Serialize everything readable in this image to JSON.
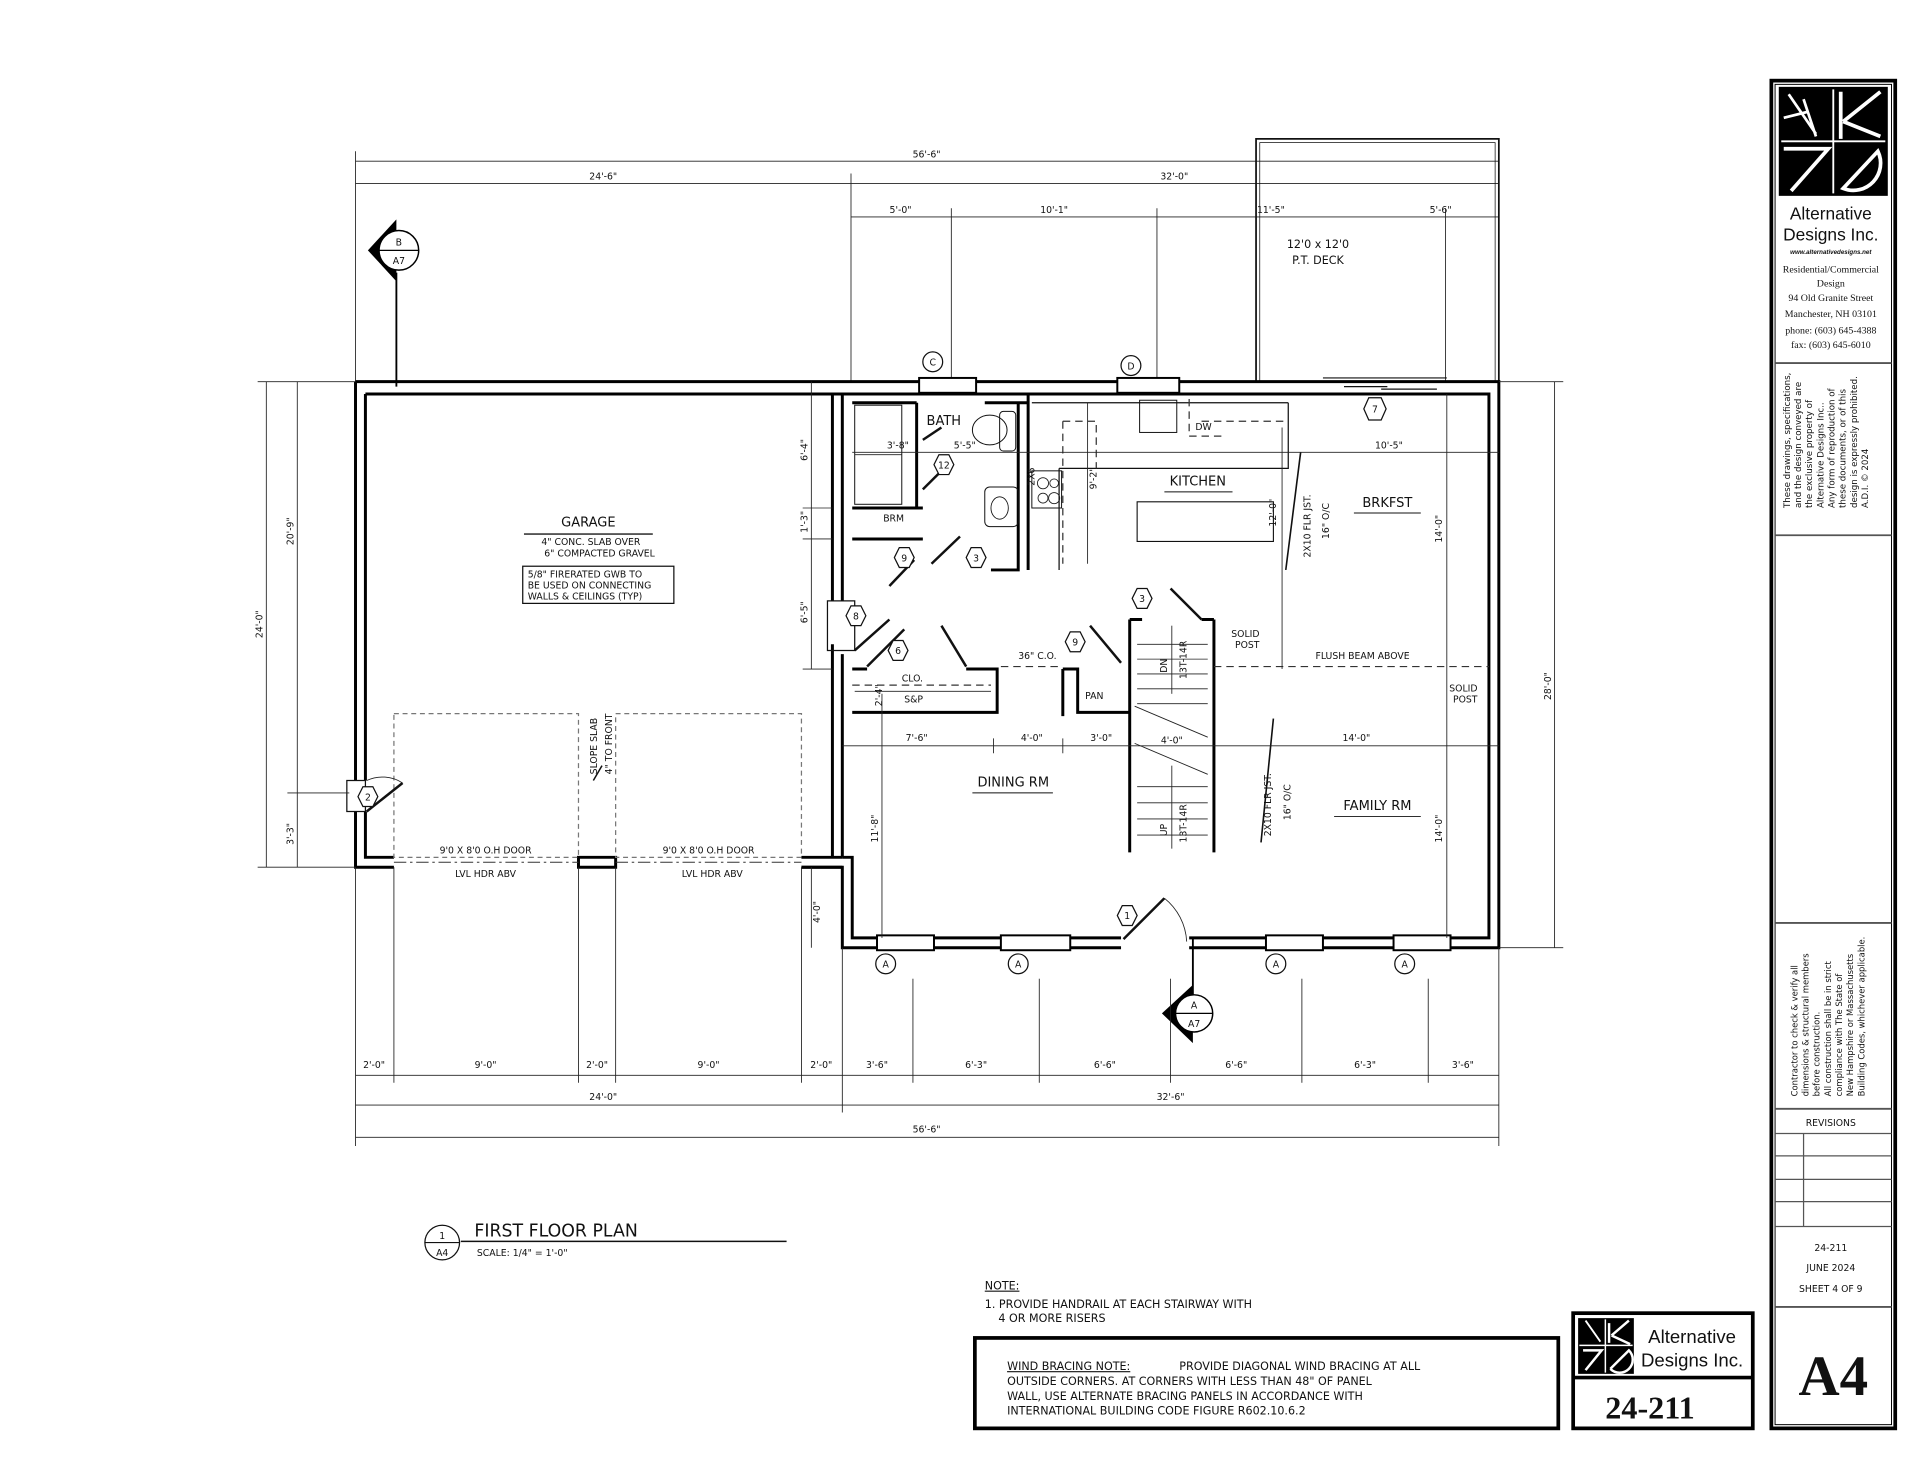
{
  "plan": {
    "title": "FIRST FLOOR PLAN",
    "detail_number": "1",
    "detail_sheet": "A4",
    "scale": "SCALE: 1/4\" = 1'-0\""
  },
  "rooms": {
    "garage": "GARAGE",
    "garage_note_1": "4\" CONC. SLAB OVER",
    "garage_note_2": "6\" COMPACTED GRAVEL",
    "firerated_1": "5/8\" FIRERATED GWB TO",
    "firerated_2": "BE USED ON CONNECTING",
    "firerated_3": "WALLS & CEILINGS (TYP)",
    "slope_1": "SLOPE SLAB",
    "slope_2": "4\" TO FRONT",
    "oh_door": "9'0 X 8'0 O.H DOOR",
    "lvl_hdr": "LVL HDR ABV",
    "kitchen": "KITCHEN",
    "brkfst": "BRKFST",
    "dining": "DINING RM",
    "family": "FAMILY RM",
    "bath": "BATH",
    "brm": "BRM",
    "clo": "CLO.",
    "sp": "S&P",
    "pan": "PAN",
    "dw": "DW",
    "deck_1": "12'0 x 12'0",
    "deck_2": "P.T. DECK",
    "flush_beam": "FLUSH BEAM ABOVE",
    "solid_post_1": "SOLID",
    "solid_post_2": "POST",
    "joist_1": "2X10 FLR JST.",
    "joist_2": "16\" O/C",
    "stair_dn": "DN",
    "stair_up": "UP",
    "risers": "13T-14R",
    "cased_opening": "36\" C.O.",
    "stud": "2X6"
  },
  "dims": {
    "top_overall": "56'-6\"",
    "top_garage": "24'-6\"",
    "top_house": "32'-0\"",
    "top_segments": [
      "5'-0\"",
      "10'-1\"",
      "11'-5\"",
      "5'-6\""
    ],
    "left_overall": "24'-0\"",
    "left_upper": "20'-9\"",
    "left_lower": "3'-3\"",
    "right_overall": "28'-0\"",
    "mid_left": [
      "6'-4\"",
      "1'-3\"",
      "6'-5\"",
      "4'-0\""
    ],
    "bottom_segments": [
      "2'-0\"",
      "9'-0\"",
      "2'-0\"",
      "9'-0\"",
      "2'-0\"",
      "3'-6\"",
      "6'-3\"",
      "6'-6\"",
      "6'-6\"",
      "6'-3\"",
      "3'-6\""
    ],
    "bottom_garage": "24'-0\"",
    "bottom_house": "32'-6\"",
    "bottom_overall": "56'-6\"",
    "interior": {
      "bath_w1": "3'-8\"",
      "bath_w2": "5'-5\"",
      "kitchen_h": "9'-2\"",
      "kitchen_h2": "12'-0\"",
      "brkfst_w": "10'-5\"",
      "brkfst_h": "14'-0\"",
      "clo_h": "2'-4\"",
      "row": [
        "7'-6\"",
        "4'-0\"",
        "3'-0\"",
        "4'-0\"",
        "14'-0\""
      ],
      "dining_h": "11'-8\"",
      "family_h": "14'-0\""
    }
  },
  "tags": {
    "doors": [
      "12",
      "9",
      "3",
      "8",
      "6",
      "9",
      "3",
      "7",
      "1",
      "2"
    ],
    "windows": [
      "C",
      "D",
      "A",
      "A",
      "A",
      "A"
    ],
    "section_b": {
      "letter": "B",
      "sheet": "A7"
    },
    "section_a": {
      "letter": "A",
      "sheet": "A7"
    }
  },
  "notes": {
    "heading": "NOTE:",
    "line_1": "1. PROVIDE HANDRAIL AT EACH STAIRWAY WITH",
    "line_2": "4 OR MORE RISERS",
    "wind_heading": "WIND BRACING NOTE:",
    "wind_1": "PROVIDE DIAGONAL WIND BRACING AT ALL",
    "wind_2": "OUTSIDE CORNERS.  AT  CORNERS WITH LESS THAN 48\"  OF PANEL",
    "wind_3": "WALL, USE ALTERNATE BRACING PANELS IN ACCORDANCE WITH",
    "wind_4": "INTERNATIONAL BUILDING CODE FIGURE R602.10.6.2"
  },
  "stamp": {
    "company_1": "Alternative",
    "company_2": "Designs Inc.",
    "job_number": "24-211"
  },
  "title_block": {
    "company_1": "Alternative",
    "company_2": "Designs Inc.",
    "website": "www.alternativedesigns.net",
    "service_1": "Residential/Commercial",
    "service_2": "Design",
    "address_1": "94 Old Granite Street",
    "address_2": "Manchester, NH 03101",
    "phone": "phone:  (603) 645-4388",
    "fax": "fax:  (603) 645-6010",
    "copyright": [
      "These drawings, specifications,",
      "and the design conveyed are",
      "the exclusive property of",
      "Alternative Designs Inc..",
      "Any form of reproduction of",
      "these documents, or of this",
      "design is expressly prohibited.",
      "A.D.I. © 2024"
    ],
    "contractor": [
      "Contractor to check & verify all",
      "dimensions & structural members",
      "before construction.",
      "All construction shall be in strict",
      "compliance with The State of",
      "New Hampshire or Massachusetts",
      "Building Codes, whichever applicable."
    ],
    "revisions_label": "REVISIONS",
    "job_number": "24-211",
    "date": "JUNE 2024",
    "sheet_of": "SHEET 4 OF 9",
    "sheet_number": "A4"
  }
}
